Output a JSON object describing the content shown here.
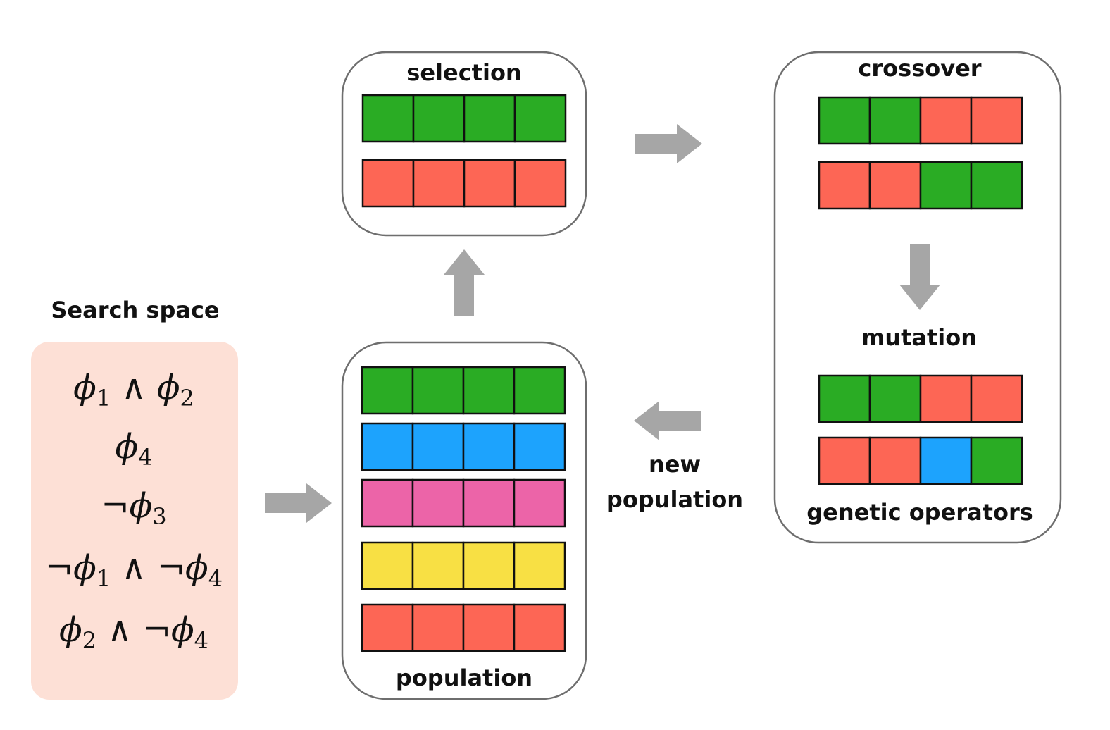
{
  "colors": {
    "green": "#2aac24",
    "red": "#fd6655",
    "blue": "#1da3fd",
    "pink": "#ec64a8",
    "yellow": "#f8e044",
    "search_bg": "#fde0d6",
    "arrow": "#a6a6a6"
  },
  "search_space": {
    "title": "Search space",
    "formulas": [
      [
        {
          "t": "ϕ"
        },
        {
          "s": "1"
        },
        {
          "o": " ∧ "
        },
        {
          "t": "ϕ"
        },
        {
          "s": "2"
        }
      ],
      [
        {
          "t": "ϕ"
        },
        {
          "s": "4"
        }
      ],
      [
        {
          "o": "¬"
        },
        {
          "t": "ϕ"
        },
        {
          "s": "3"
        }
      ],
      [
        {
          "o": "¬"
        },
        {
          "t": "ϕ"
        },
        {
          "s": "1"
        },
        {
          "o": " ∧ ¬"
        },
        {
          "t": "ϕ"
        },
        {
          "s": "4"
        }
      ],
      [
        {
          "t": "ϕ"
        },
        {
          "s": "2"
        },
        {
          "o": " ∧ ¬"
        },
        {
          "t": "ϕ"
        },
        {
          "s": "4"
        }
      ]
    ]
  },
  "population": {
    "label": "population",
    "rows": [
      [
        "green",
        "green",
        "green",
        "green"
      ],
      [
        "blue",
        "blue",
        "blue",
        "blue"
      ],
      [
        "pink",
        "pink",
        "pink",
        "pink"
      ],
      [
        "yellow",
        "yellow",
        "yellow",
        "yellow"
      ],
      [
        "red",
        "red",
        "red",
        "red"
      ]
    ]
  },
  "selection": {
    "label": "selection",
    "rows": [
      [
        "green",
        "green",
        "green",
        "green"
      ],
      [
        "red",
        "red",
        "red",
        "red"
      ]
    ]
  },
  "genetic_operators": {
    "label": "genetic operators",
    "crossover_label": "crossover",
    "mutation_label": "mutation",
    "crossover_rows": [
      [
        "green",
        "green",
        "red",
        "red"
      ],
      [
        "red",
        "red",
        "green",
        "green"
      ]
    ],
    "mutation_rows": [
      [
        "green",
        "green",
        "red",
        "red"
      ],
      [
        "red",
        "red",
        "blue",
        "green"
      ]
    ]
  },
  "new_population_label": [
    "new",
    "population"
  ]
}
